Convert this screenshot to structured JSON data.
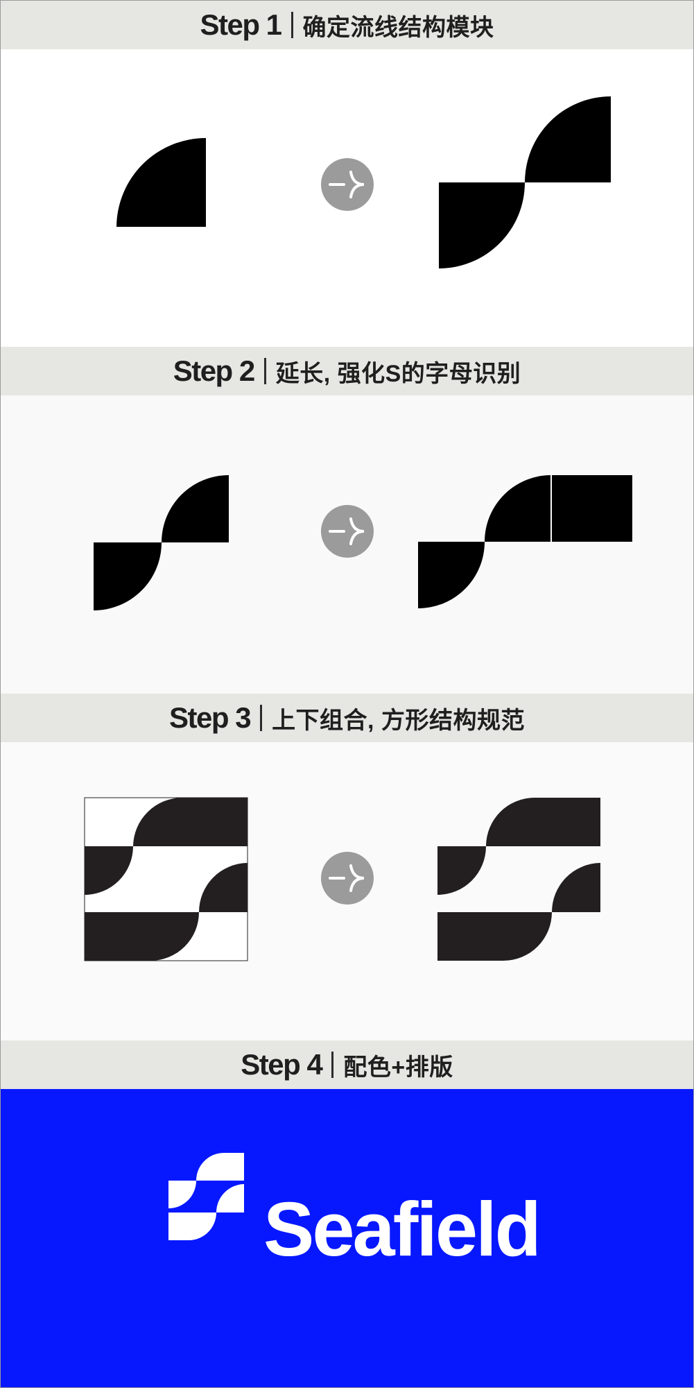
{
  "steps": [
    {
      "label": "Step 1",
      "title": "确定流线结构模块"
    },
    {
      "label": "Step 2",
      "title": "延长, 强化S的字母识别"
    },
    {
      "label": "Step 3",
      "title": "上下组合, 方形结构规范"
    },
    {
      "label": "Step 4",
      "title": "配色+排版"
    }
  ],
  "brand": {
    "name": "Seafield",
    "background_color": "#0718ff",
    "foreground_color": "#ffffff"
  },
  "colors": {
    "header_bg": "#e6e6e2",
    "shape_dark": "#000000",
    "shape_dark_alt": "#231f20",
    "arrow_circle": "#9b9b9b"
  },
  "icons": [
    "arrow-right-icon"
  ]
}
